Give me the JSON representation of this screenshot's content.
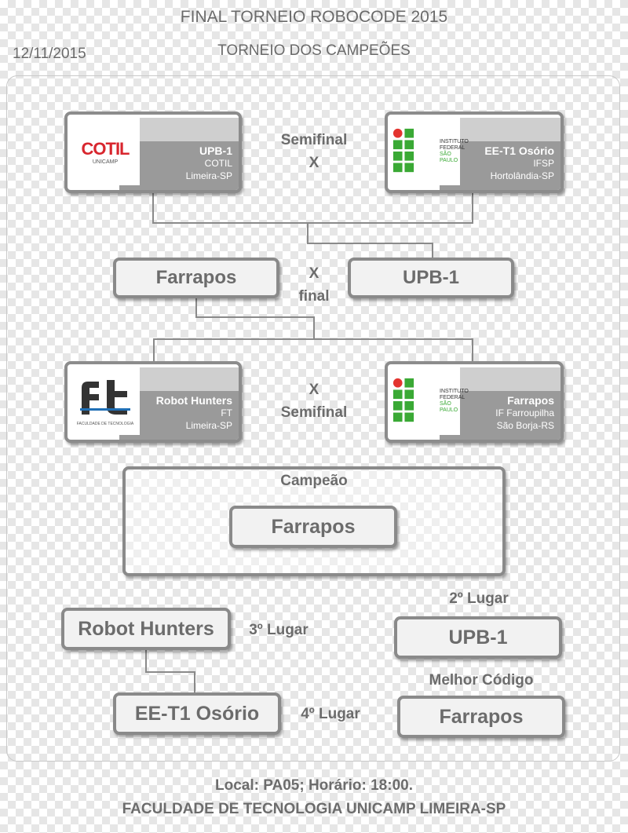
{
  "header": {
    "title": "FINAL TORNEIO ROBOCODE 2015",
    "subtitle": "TORNEIO DOS CAMPEÕES",
    "date": "12/11/2015"
  },
  "semifinal_top": {
    "label": "Semifinal",
    "vs": "X",
    "left": {
      "name": "UPB-1",
      "school": "COTIL",
      "city": "Limeira-SP",
      "logo_text": "COTIL",
      "logo_sub": "UNICAMP",
      "logo_icon": "cotil-logo-icon"
    },
    "right": {
      "name": "EE-T1 Osório",
      "school": "IFSP",
      "city": "Hortolândia-SP",
      "logo_text": "INSTITUTO FEDERAL",
      "logo_sub": "SÃO PAULO",
      "logo_icon": "if-logo-icon"
    }
  },
  "final": {
    "vs": "X",
    "label": "final",
    "left": "Farrapos",
    "right": "UPB-1"
  },
  "semifinal_bottom": {
    "label": "Semifinal",
    "vs": "X",
    "left": {
      "name": "Robot Hunters",
      "school": "FT",
      "city": "Limeira-SP",
      "logo_text": "FACULDADE DE TECNOLOGIA",
      "logo_icon": "ft-logo-icon"
    },
    "right": {
      "name": "Farrapos",
      "school": "IF Farroupilha",
      "city": "São Borja-RS",
      "logo_text": "INSTITUTO FEDERAL",
      "logo_sub": "SÃO PAULO",
      "logo_icon": "if-logo-icon"
    }
  },
  "champion": {
    "label": "Campeão",
    "name": "Farrapos"
  },
  "placements": {
    "third": {
      "label": "3º Lugar",
      "name": "Robot Hunters"
    },
    "fourth": {
      "label": "4º Lugar",
      "name": "EE-T1 Osório"
    },
    "second": {
      "label": "2º Lugar",
      "name": "UPB-1"
    },
    "best_code": {
      "label": "Melhor Código",
      "name": "Farrapos"
    }
  },
  "footer": {
    "line1": "Local: PA05; Horário: 18:00.",
    "line2": "FACULDADE DE TECNOLOGIA UNICAMP LIMEIRA-SP"
  },
  "colors": {
    "frame": "#8a8a8a",
    "band_light": "#cfcfcf",
    "band_dark": "#9a9a9a",
    "text": "#6c6c6c",
    "if_green": "#3aa935",
    "if_red": "#e3342f",
    "cotil_red": "#d8262e"
  }
}
